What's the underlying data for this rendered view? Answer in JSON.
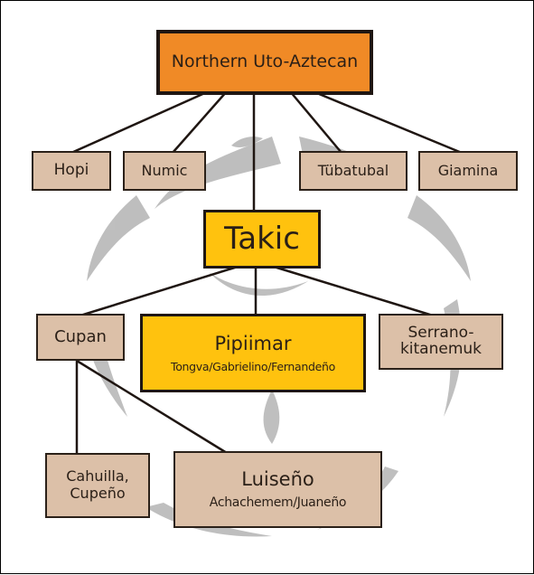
{
  "diagram": {
    "root": {
      "label": "Northern Uto-Aztecan"
    },
    "branches": [
      {
        "label": "Hopi"
      },
      {
        "label": "Numic"
      },
      {
        "label": "Tübatubal"
      },
      {
        "label": "Giamina"
      }
    ],
    "takic": {
      "label": "Takic"
    },
    "takic_children": {
      "cupan": {
        "label": "Cupan"
      },
      "pipiimar": {
        "label": "Pipiimar",
        "sublabel": "Tongva/Gabrielino/Fernandeño"
      },
      "serrano": {
        "line1": "Serrano-",
        "line2": "kitanemuk"
      }
    },
    "cupan_children": {
      "cahuilla": {
        "line1": "Cahuilla,",
        "line2": "Cupeño"
      },
      "luiseno": {
        "label": "Luiseño",
        "sublabel": "Achachemem/Juaneño"
      }
    },
    "colors": {
      "root_fill": "#f08a26",
      "takic_fill": "#ffc20e",
      "leaf_fill": "#dcc0a8",
      "border": "#1f1612",
      "background_art": "#a6a6a6"
    }
  }
}
